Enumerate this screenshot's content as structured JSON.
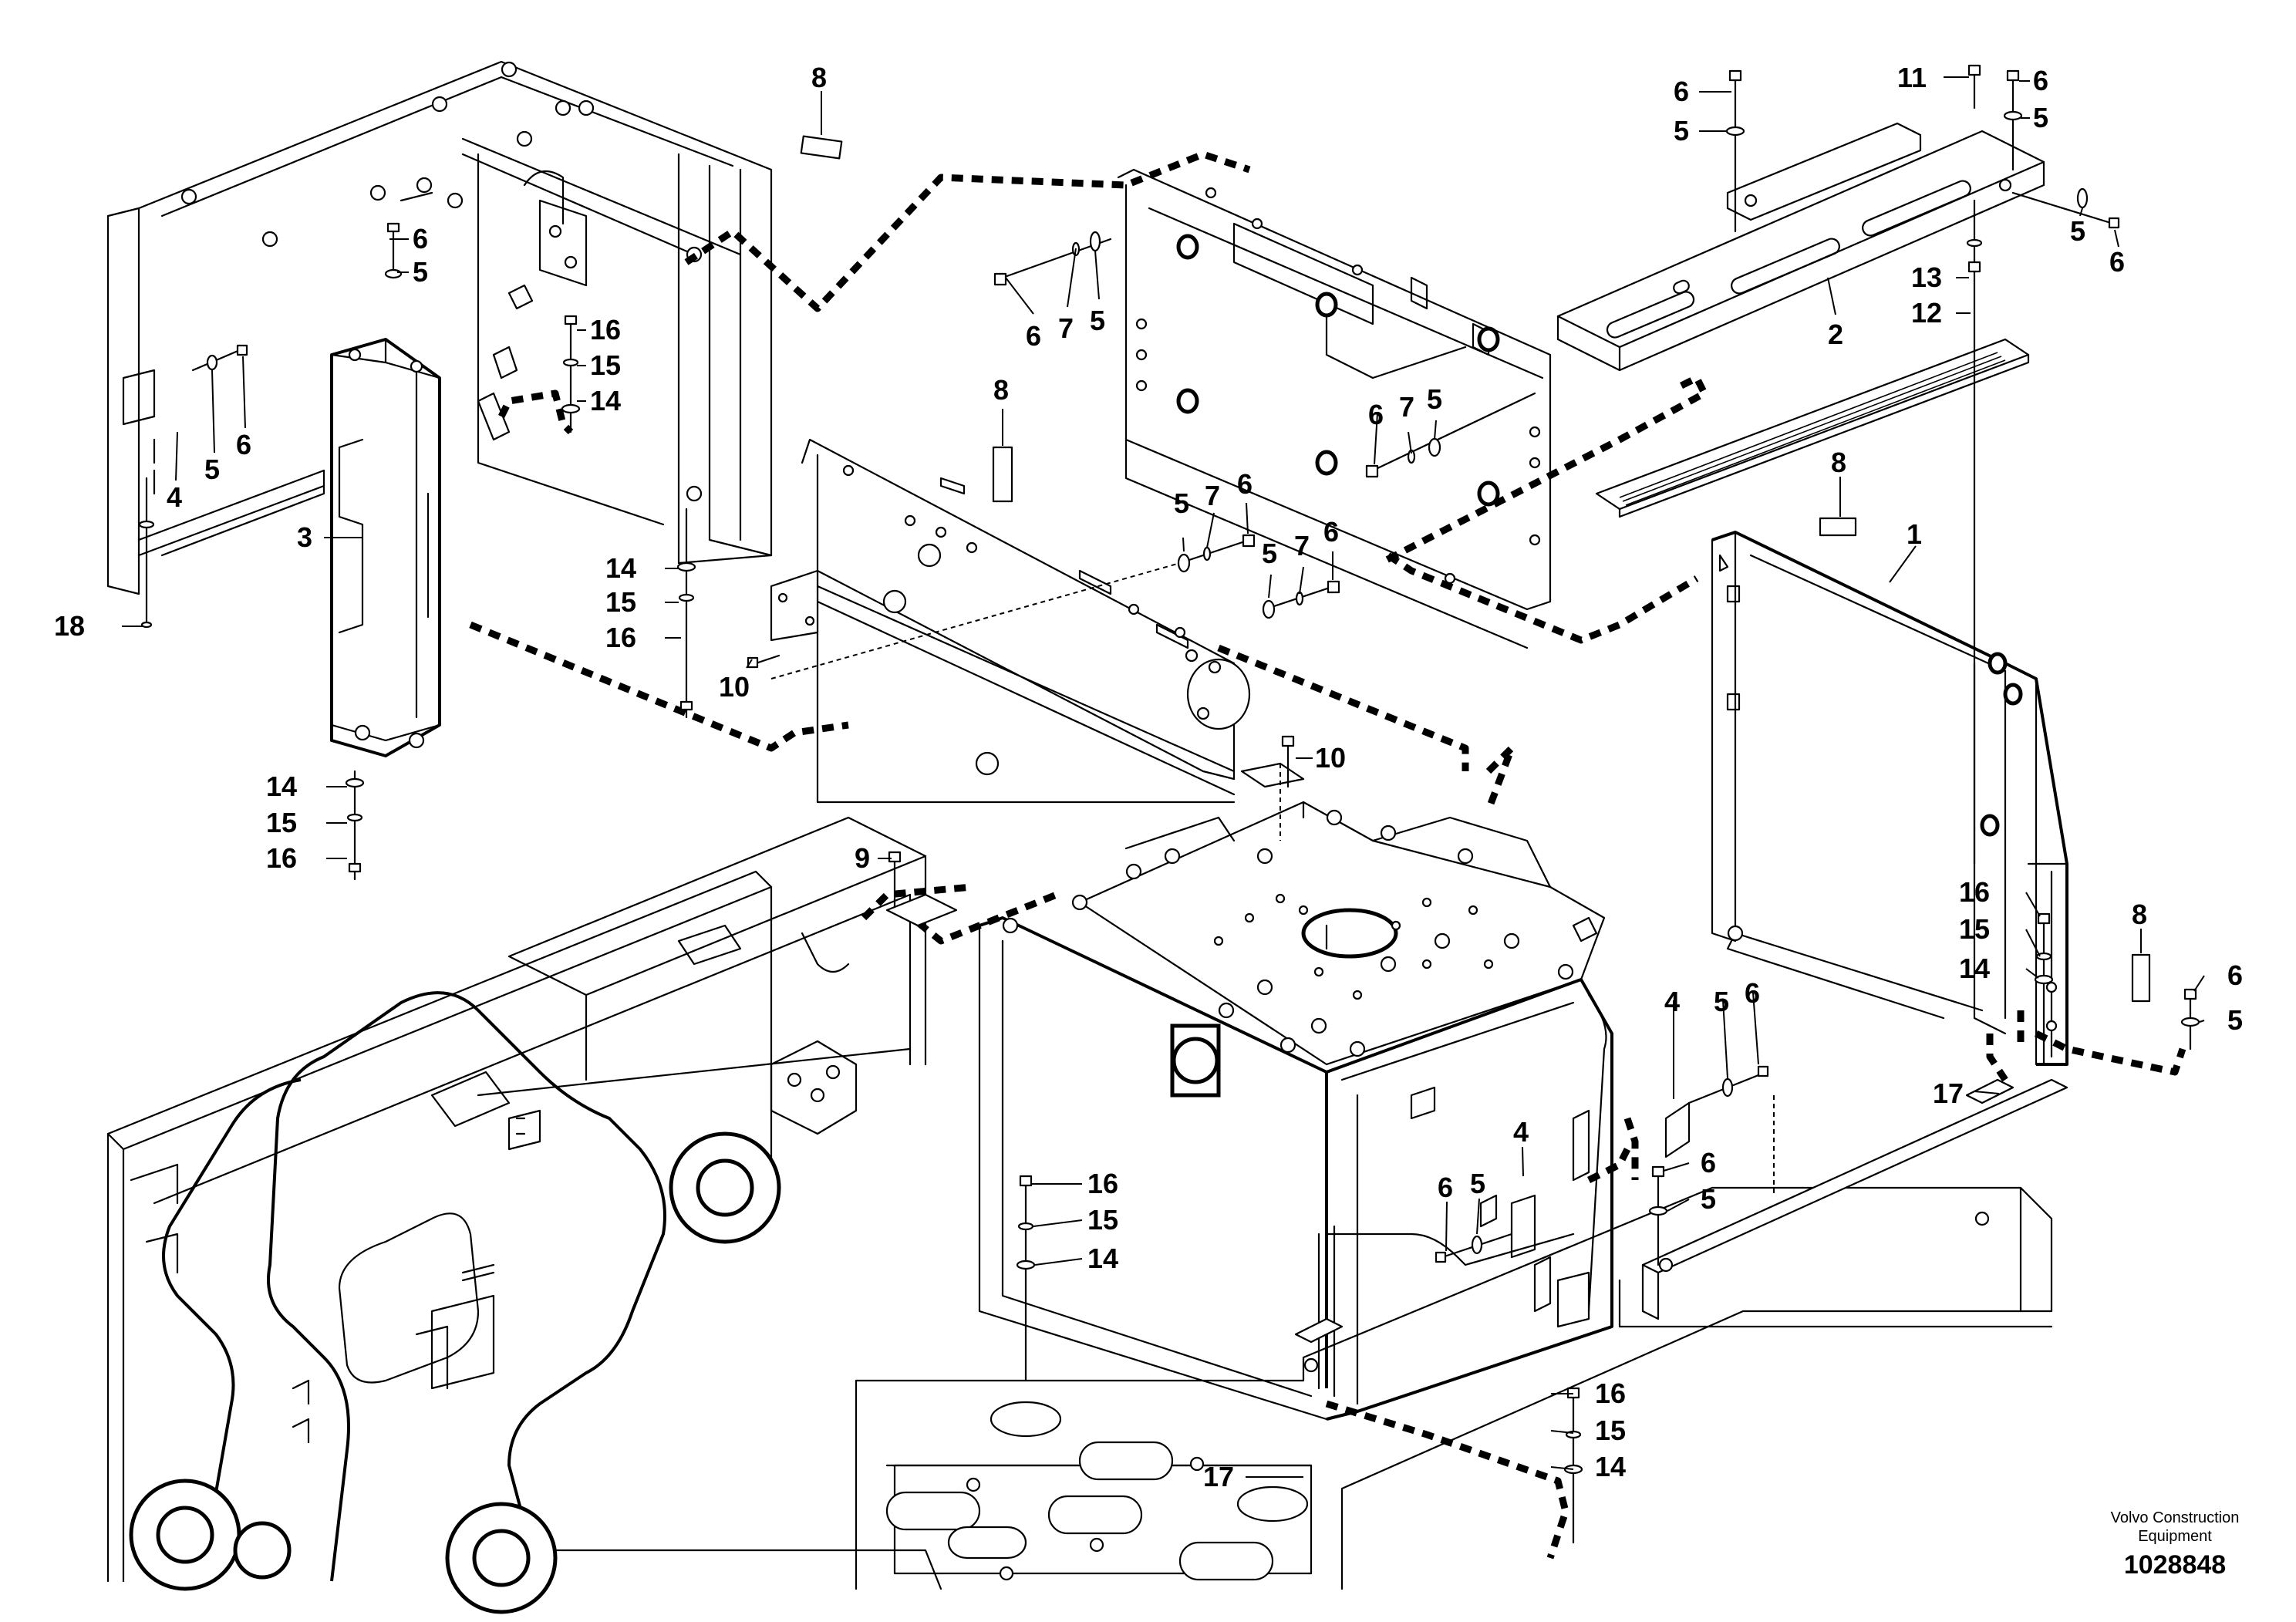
{
  "callouts": [
    {
      "id": "c8a",
      "text": "8"
    },
    {
      "id": "c6a",
      "text": "6"
    },
    {
      "id": "c5a",
      "text": "5"
    },
    {
      "id": "c16a",
      "text": "16"
    },
    {
      "id": "c15a",
      "text": "15"
    },
    {
      "id": "c14a",
      "text": "14"
    },
    {
      "id": "c4a",
      "text": "4"
    },
    {
      "id": "c5b",
      "text": "5"
    },
    {
      "id": "c6b",
      "text": "6"
    },
    {
      "id": "c3",
      "text": "3"
    },
    {
      "id": "c18",
      "text": "18"
    },
    {
      "id": "c14b",
      "text": "14"
    },
    {
      "id": "c15b",
      "text": "15"
    },
    {
      "id": "c16b",
      "text": "16"
    },
    {
      "id": "c14c",
      "text": "14"
    },
    {
      "id": "c15c",
      "text": "15"
    },
    {
      "id": "c16c",
      "text": "16"
    },
    {
      "id": "c8b",
      "text": "8"
    },
    {
      "id": "c10a",
      "text": "10"
    },
    {
      "id": "c5c",
      "text": "5"
    },
    {
      "id": "c7a",
      "text": "7"
    },
    {
      "id": "c6c",
      "text": "6"
    },
    {
      "id": "c5d",
      "text": "5"
    },
    {
      "id": "c7b",
      "text": "7"
    },
    {
      "id": "c6d",
      "text": "6"
    },
    {
      "id": "c6e",
      "text": "6"
    },
    {
      "id": "c7c",
      "text": "7"
    },
    {
      "id": "c5e",
      "text": "5"
    },
    {
      "id": "c6f",
      "text": "6"
    },
    {
      "id": "c7d",
      "text": "7"
    },
    {
      "id": "c5f",
      "text": "5"
    },
    {
      "id": "c10b",
      "text": "10"
    },
    {
      "id": "c9",
      "text": "9"
    },
    {
      "id": "c6g",
      "text": "6"
    },
    {
      "id": "c5g",
      "text": "5"
    },
    {
      "id": "c11",
      "text": "11"
    },
    {
      "id": "c6h",
      "text": "6"
    },
    {
      "id": "c5h",
      "text": "5"
    },
    {
      "id": "c5i",
      "text": "5"
    },
    {
      "id": "c6i",
      "text": "6"
    },
    {
      "id": "c13",
      "text": "13"
    },
    {
      "id": "c12",
      "text": "12"
    },
    {
      "id": "c2",
      "text": "2"
    },
    {
      "id": "c8c",
      "text": "8"
    },
    {
      "id": "c1",
      "text": "1"
    },
    {
      "id": "c16d",
      "text": "16"
    },
    {
      "id": "c15d",
      "text": "15"
    },
    {
      "id": "c14d",
      "text": "14"
    },
    {
      "id": "c8d",
      "text": "8"
    },
    {
      "id": "c6j",
      "text": "6"
    },
    {
      "id": "c5j",
      "text": "5"
    },
    {
      "id": "c4b",
      "text": "4"
    },
    {
      "id": "c5k",
      "text": "5"
    },
    {
      "id": "c6k",
      "text": "6"
    },
    {
      "id": "c17a",
      "text": "17"
    },
    {
      "id": "c4c",
      "text": "4"
    },
    {
      "id": "c6l",
      "text": "6"
    },
    {
      "id": "c5l",
      "text": "5"
    },
    {
      "id": "c6m",
      "text": "6"
    },
    {
      "id": "c5m",
      "text": "5"
    },
    {
      "id": "c16e",
      "text": "16"
    },
    {
      "id": "c15e",
      "text": "15"
    },
    {
      "id": "c14e",
      "text": "14"
    },
    {
      "id": "c16f",
      "text": "16"
    },
    {
      "id": "c15f",
      "text": "15"
    },
    {
      "id": "c14f",
      "text": "14"
    },
    {
      "id": "c17b",
      "text": "17"
    }
  ],
  "brand": {
    "line1": "Volvo Construction",
    "line2": "Equipment"
  },
  "doc_number": "1028848"
}
